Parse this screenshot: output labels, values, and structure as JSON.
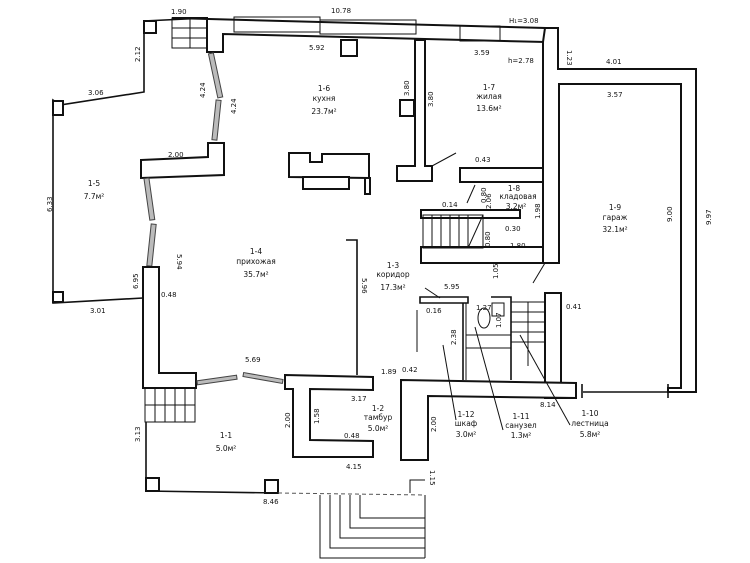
{
  "title": "Floor plan",
  "rooms": [
    {
      "id": "1-1",
      "name": "",
      "area": "5.0м²"
    },
    {
      "id": "1-2",
      "name": "тамбур",
      "area": "5.0м²"
    },
    {
      "id": "1-3",
      "name": "коридор",
      "area": "17.3м²"
    },
    {
      "id": "1-4",
      "name": "прихожая",
      "area": "35.7м²"
    },
    {
      "id": "1-5",
      "name": "",
      "area": "7.7м²"
    },
    {
      "id": "1-6",
      "name": "кухня",
      "area": "23.7м²"
    },
    {
      "id": "1-7",
      "name": "жилая",
      "area": "13.6м²"
    },
    {
      "id": "1-8",
      "name": "кладовая",
      "area": "3.2м²"
    },
    {
      "id": "1-9",
      "name": "гараж",
      "area": "32.1м²"
    },
    {
      "id": "1-10",
      "name": "лестница",
      "area": "5.8м²"
    },
    {
      "id": "1-11",
      "name": "санузел",
      "area": "1.3м²"
    },
    {
      "id": "1-12",
      "name": "шкаф",
      "area": "3.0м²"
    }
  ],
  "dimensions": {
    "d190": "1.90",
    "d1078": "10.78",
    "h308": "H₁=3.08",
    "d123": "1.23",
    "d592": "5.92",
    "d359": "3.59",
    "h278": "h=2.78",
    "d401": "4.01",
    "d357": "3.57",
    "d212": "2.12",
    "d306": "3.06",
    "d424a": "4.24",
    "d424b": "4.24",
    "d380a": "3.80",
    "d380b": "3.80",
    "d633": "6.33",
    "d200a": "2.00",
    "d043": "0.43",
    "d206": "2.06",
    "d014": "0.14",
    "d080a": "0.80",
    "d030": "0.30",
    "d080b": "0.80",
    "d180": "1.80",
    "d198": "1.98",
    "d900": "9.00",
    "d997": "9.97",
    "d594": "5.94",
    "d596": "5.96",
    "d695": "6.95",
    "d048a": "0.48",
    "d301": "3.01",
    "d105": "1.05",
    "d595": "5.95",
    "d127": "1.27",
    "d107": "1.07",
    "d016": "0.16",
    "d041": "0.41",
    "d238": "2.38",
    "d569": "5.69",
    "d189": "1.89",
    "d042": "0.42",
    "d317": "3.17",
    "d158": "1.58",
    "d200b": "2.00",
    "d200c": "2.00",
    "d048b": "0.48",
    "d814": "8.14",
    "d313": "3.13",
    "d415": "4.15",
    "d115": "1.15",
    "d846": "8.46"
  }
}
